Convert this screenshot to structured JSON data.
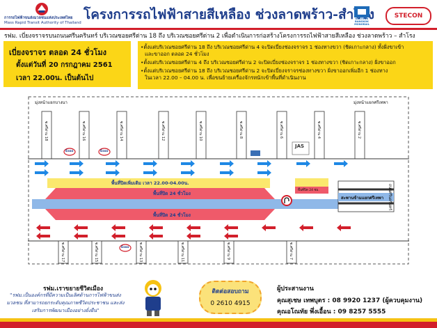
{
  "header": {
    "org_name_th": "การรถไฟฟ้าขนส่งมวลชนแห่งประเทศไทย",
    "org_name_en": "Mass Rapid Transit Authority of Thailand",
    "title": "โครงการรถไฟฟ้าสายสีเหลือง ช่วงลาดพร้าว-สำโรง",
    "partner_1": "EASTERN BANGKOK MONORAIL",
    "partner_2": "STECON"
  },
  "subtitle": "รฟม. เบี่ยงจราจรบนถนนศรีนครินทร์ บริเวณซอยศรีด่าน 18 ถึง บริเวณซอยศรีด่าน 2 เพื่อดำเนินการก่อสร้างโครงการรถไฟฟ้าสายสีเหลือง ช่วงลาดพร้าว – สำโรง",
  "notice": {
    "headline": "เบี่ยงจราจร ตลอด 24 ชั่วโมง",
    "date": "ตั้งแต่วันที่ 20 กรกฎาคม 2561",
    "time": "เวลา 22.00น. เป็นต้นไป"
  },
  "notes": [
    "•ตั้งแต่บริเวณซอยศรีด่าน 18 ถึง บริเวณซอยศรีด่าน 4 จะปิดเบี่ยงช่องจราจร 1 ช่องทางขวา (ชิดเกาะกลาง) ทั้งฝั่งขาเข้า",
    "และขาออก ตลอด 24 ชั่วโมง",
    "•ตั้งแต่บริเวณซอยศรีด่าน 4 ถึง บริเวณซอยศรีด่าน 2 จะปิดเบี่ยงช่องจราจร 1 ช่องทางขวา (ชิดเกาะกลาง) ฝั่งขาออก",
    "•ตั้งแต่บริเวณซอยศรีด่าน 18 ถึง บริเวณซอยศรีด่าน 2 จะปิดเบี่ยงจราจรช่องทางขวา ฝั่งขาออกเพิ่มอีก 1 ช่องทาง",
    "ในเวลา 22.00 – 04.00 น. เพื่อขนย้ายเครื่องจักรหนักเข้าพื้นที่ดำเนินงาน"
  ],
  "map": {
    "label_top_left": "มุ่งหน้าแยกบางนา",
    "label_top_right": "มุ่งหน้าแยกศรีเทพา",
    "zone_night": "พื้นที่ปิดเพิ่มเติม เวลา 22.00-04.00น.",
    "zone_24_top": "พื้นที่ปิด 24 ชั่วโมง",
    "zone_24_bottom": "พื้นที่ปิด 24 ชั่วโมง",
    "bridge": "สะพานข้ามแยกศรีเทพา",
    "right_road": "ถนนศรีนครินทร์",
    "small_zone": "พื้นที่ปิด 24 ชม.",
    "soi_top": [
      "ซ.ศรีด่าน 18",
      "ซ.ศรีด่าน 16",
      "ซ.ศรีด่าน 14",
      "ซ.ศรีด่าน 12",
      "ซ.ศรีด่าน 10",
      "ซ.ศรีด่าน 8",
      "ซ.ศรีด่าน 6",
      "ซ.ศรีด่าน 4",
      "ซ.ศรีด่าน 2"
    ],
    "soi_bottom": [
      "ซ.ศรีด่าน 17",
      "ซ.ศรีด่าน 15",
      "ซ.ศรีด่าน 13",
      "ซ.ศรีด่าน 11",
      "ซ.ศรีด่าน 9",
      "ซ.ศรีด่าน 7"
    ],
    "landmark_top": [
      "Esso",
      "Esso",
      "JAS"
    ],
    "landmark_bottom": [
      "Esso"
    ]
  },
  "footer": {
    "slogan_title": "รฟม.เราขยายชีวิตเมือง",
    "slogan": "\"รฟม.เป็นองค์กรที่มีความเป็นเลิศด้านการไฟฟ้าขนส่งมวลชน ที่สามารถยกระดับคุณภาพชีวิตประชาชน และส่งเสริมการพัฒนาเมืองอย่างยั่งยืน\"",
    "contact_title": "ติดต่อสอบถาม",
    "contact_phone": "0 2610 4915",
    "coordinator_title": "ผู้ประสานงาน",
    "coordinator_1": "คุณสุเชษ เทพบุตร : 08 9920 1237 (ผู้ควบคุมงาน)",
    "coordinator_2": "คุณอโณทัย พึ่งเอื้อน : 09 8257 5555"
  },
  "colors": {
    "brand_blue": "#1f3e8c",
    "accent_red": "#d21f2b",
    "notice_yellow": "#fbd617",
    "closed_red": "#ef5a6a",
    "arrow_blue": "#1e88e5"
  }
}
